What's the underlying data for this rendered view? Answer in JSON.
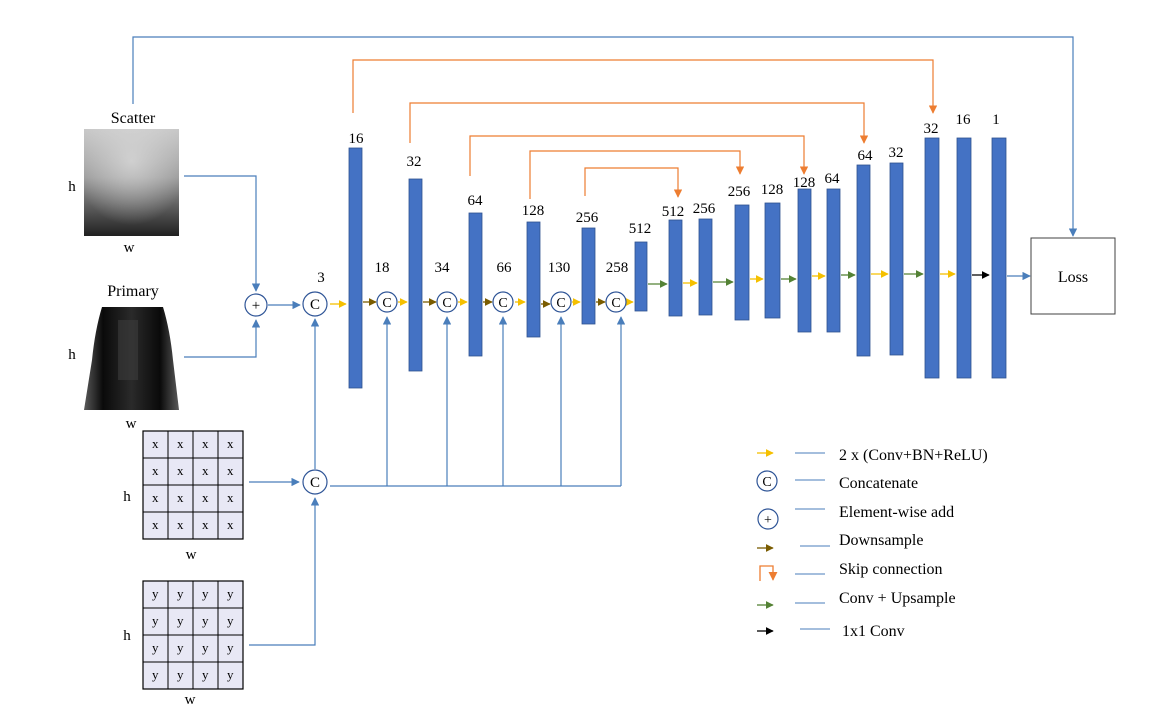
{
  "inputs": {
    "scatter": {
      "title": "Scatter",
      "h": "h",
      "w": "w"
    },
    "primary": {
      "title": "Primary",
      "h": "h",
      "w": "w"
    },
    "x_grid": {
      "cell": "x",
      "h": "h",
      "w": "w"
    },
    "y_grid": {
      "cell": "y",
      "h": "h",
      "w": "w"
    }
  },
  "channels": {
    "concat": [
      "3",
      "18",
      "34",
      "66",
      "130",
      "258"
    ],
    "encoder": [
      "16",
      "32",
      "64",
      "128",
      "256",
      "512"
    ],
    "decoder": [
      "512",
      "256",
      "256",
      "128",
      "128",
      "64",
      "64",
      "32",
      "32",
      "16",
      "1"
    ]
  },
  "symbols": {
    "concat": "C",
    "add": "+"
  },
  "loss_label": "Loss",
  "legend": [
    {
      "icon": "yellow-arrow",
      "label": "2 x (Conv+BN+ReLU)"
    },
    {
      "icon": "concat-circle",
      "label": "Concatenate"
    },
    {
      "icon": "add-circle",
      "label": "Element-wise  add"
    },
    {
      "icon": "brown-arrow",
      "label": "Downsample"
    },
    {
      "icon": "skip-connection",
      "label": "Skip connection"
    },
    {
      "icon": "green-arrow",
      "label": "Conv + Upsample"
    },
    {
      "icon": "black-arrow",
      "label": "1x1  Conv"
    }
  ],
  "colors": {
    "block": "#4472c4",
    "line": "#4a7ebb",
    "conv_arrow": "#f5c000",
    "down_arrow": "#7a5c00",
    "up_arrow": "#548235",
    "skip": "#ed7d31",
    "one_by_one": "#000000",
    "grid_bg": "#e8e8f5"
  }
}
